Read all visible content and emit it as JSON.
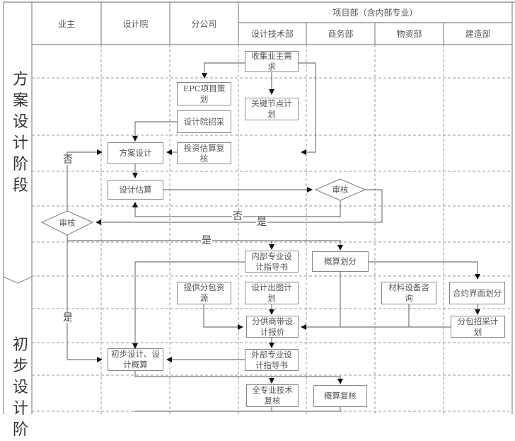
{
  "header": {
    "lanes": [
      "业主",
      "设计院",
      "分公司"
    ],
    "group_title": "项目部（含内部专业）",
    "sub_lanes": [
      "设计技术部",
      "商务部",
      "物资部",
      "建造部"
    ]
  },
  "stages": [
    {
      "label": "方案设计阶段",
      "chars": [
        "方",
        "案",
        "设",
        "计",
        "阶",
        "段"
      ]
    },
    {
      "label": "初步设计阶段",
      "chars": [
        "初",
        "步",
        "设",
        "计",
        "阶"
      ]
    }
  ],
  "nodes": {
    "collect_requirements": "收集业主需求",
    "epc_planning": "EPC项目策划",
    "key_milestone_plan": "关键节点计划",
    "design_institute_procurement": "设计院招采",
    "scheme_design": "方案设计",
    "investment_estimate_review": "投资估算复核",
    "design_estimate": "设计估算",
    "review_business": "审核",
    "review_owner": "审核",
    "internal_design_guide": "内部专业设计指导书",
    "budget_division": "概算划分",
    "provide_subcontract_resources": "提供分包资源",
    "design_drawing_plan": "设计出图计划",
    "material_equipment_consult": "材料设备咨询",
    "contract_interface_division": "合约界面划分",
    "subcontractor_design_quote": "分供商带设计报价",
    "subcontract_procurement_plan": "分包招采计划",
    "preliminary_design_budget": "初步设计、设计概算",
    "external_design_guide": "外部专业设计指导书",
    "full_technical_review": "全专业技术复核",
    "budget_review": "概算复核"
  },
  "edge_labels": {
    "no_top": "否",
    "no_mid": "否",
    "yes_mid": "是",
    "yes_top": "是",
    "yes_bottom": "是"
  }
}
